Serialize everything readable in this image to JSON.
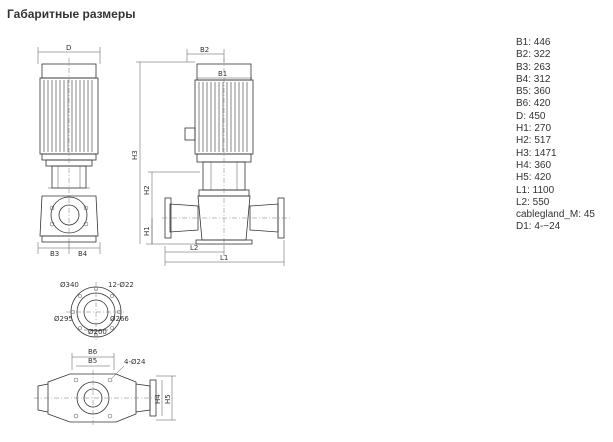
{
  "title": "Габаритные размеры",
  "specs": [
    "B1: 446",
    "B2: 322",
    "B3: 263",
    "B4: 312",
    "B5: 360",
    "B6: 420",
    "D: 450",
    "H1: 270",
    "H2: 517",
    "H3: 1471",
    "H4: 360",
    "H5: 420",
    "L1: 1100",
    "L2: 550",
    "cablegland_M: 45",
    "D1: 4-−24"
  ],
  "labels": {
    "D": "D",
    "B1": "B1",
    "B2": "B2",
    "B3": "B3",
    "B4": "B4",
    "B5": "B5",
    "B6": "B6",
    "H1": "H1",
    "H2": "H2",
    "H3": "H3",
    "H4": "H4",
    "H5": "H5",
    "L1": "L1",
    "L2": "L2",
    "d340": "Ø340",
    "d295": "Ø295",
    "d266": "Ø266",
    "d200": "Ø200",
    "holes": "12-Ø22",
    "base_holes": "4-Ø24"
  }
}
